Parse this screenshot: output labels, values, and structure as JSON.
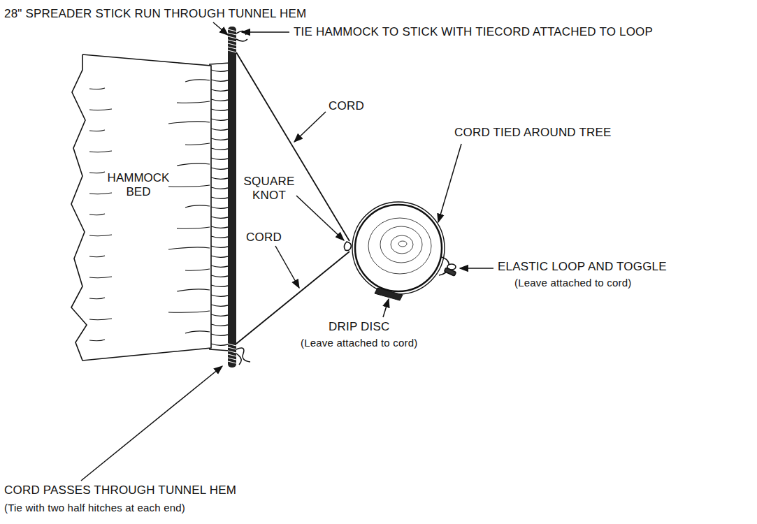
{
  "diagram": {
    "nodes": [
      {
        "text": [
          "HAMMOCK BED"
        ]
      }
    ],
    "labels": [
      "28\" SPREADER STICK RUN THROUGH TUNNEL HEM",
      "TIE HAMMOCK TO STICK WITH TIECORD ATTACHED TO LOOP",
      "CORD",
      "SQUARE KNOT",
      "CORD",
      "CORD TIED AROUND TREE",
      "ELASTIC LOOP AND TOGGLE",
      "(Leave attached to cord)",
      "DRIP DISC",
      "(Leave attached to cord)",
      "CORD PASSES THROUGH TUNNEL HEM",
      "(Tie with two half hitches at each end)"
    ]
  }
}
